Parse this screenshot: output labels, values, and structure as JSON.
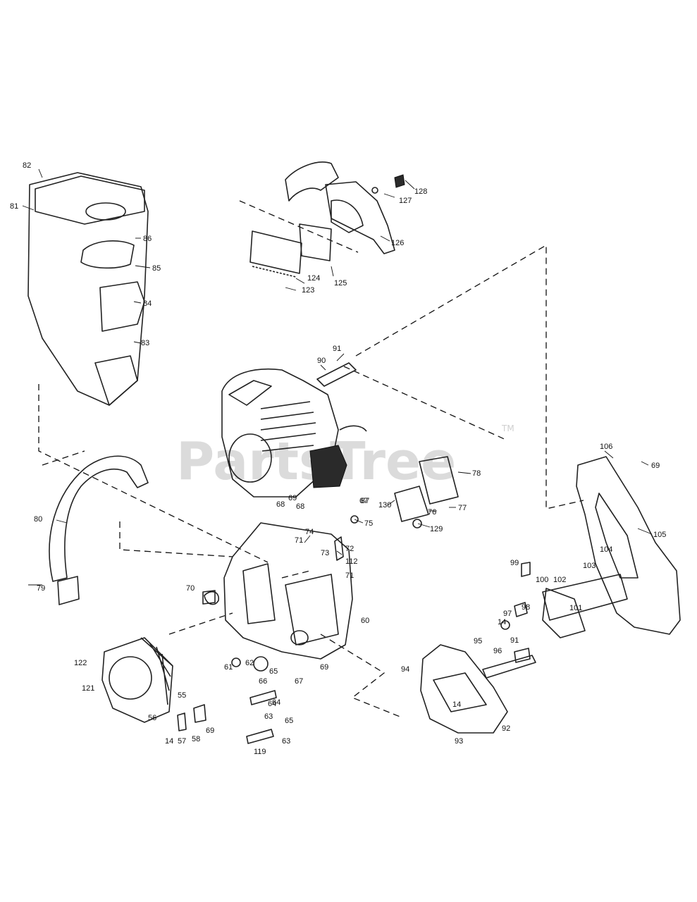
{
  "watermark": {
    "text": "PartsTree",
    "trademark": "TM"
  },
  "callouts": [
    "128",
    "127",
    "126",
    "125",
    "124",
    "123",
    "86",
    "85",
    "84",
    "82",
    "83",
    "81",
    "91",
    "90",
    "78",
    "77",
    "76",
    "130",
    "129",
    "75",
    "106",
    "69",
    "105",
    "104",
    "103",
    "102",
    "101",
    "100",
    "99",
    "98",
    "97",
    "14",
    "96",
    "95",
    "91",
    "94",
    "92",
    "93",
    "80",
    "79",
    "74",
    "73",
    "72",
    "71",
    "112",
    "71",
    "70",
    "60",
    "68",
    "69",
    "67",
    "68",
    "87",
    "122",
    "121",
    "55",
    "56",
    "61",
    "62",
    "65",
    "66",
    "67",
    "64",
    "69",
    "63",
    "65",
    "64",
    "63",
    "119",
    "14",
    "57",
    "58",
    "69",
    "14"
  ]
}
